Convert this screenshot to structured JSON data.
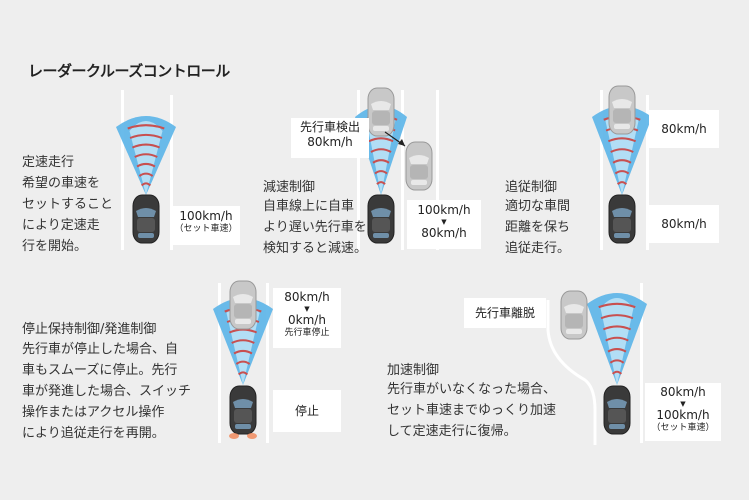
{
  "title": "レーダークルーズコントロール",
  "sections": {
    "constant": {
      "heading": "定速走行",
      "desc": "希望の車速を\nセットすること\nにより定速走\n行を開始。",
      "speed_value": "100km/h",
      "speed_note": "（セット車速）"
    },
    "decel": {
      "heading": "減速制御",
      "desc": "自車線上に自車\nより遅い先行車を\n検知すると減速。",
      "lead_label_1": "先行車検出",
      "lead_label_2": "80km/h",
      "speed_from": "100km/h",
      "speed_arrow": "▼",
      "speed_to": "80km/h"
    },
    "follow": {
      "heading": "追従制御",
      "desc": "適切な車間\n距離を保ち\n追従走行。",
      "lead_speed": "80km/h",
      "own_speed": "80km/h"
    },
    "stopgo": {
      "heading": "停止保持制御/発進制御",
      "desc": "先行車が停止した場合、自\n車もスムーズに停止。先行\n車が発進した場合、スイッチ\n操作またはアクセル操作\nにより追従走行を再開。",
      "speed_from": "80km/h",
      "speed_arrow": "▼",
      "speed_to": "0km/h",
      "lead_note": "先行車停止",
      "own_state": "停止"
    },
    "accel": {
      "heading": "加速制御",
      "desc": "先行車がいなくなった場合、\nセット車速までゆっくり加速\nして定速走行に復帰。",
      "lead_label": "先行車離脱",
      "speed_from": "80km/h",
      "speed_arrow": "▼",
      "speed_to": "100km/h",
      "speed_note": "（セット車速）"
    }
  },
  "colors": {
    "background": "#eeeeee",
    "lane": "#ffffff",
    "radar_blue": "#5ab4e8",
    "radar_red": "#c85050",
    "car_body": "#3a3a3a",
    "lead_car": "#c8c8c8",
    "brake_light": "#f08a5d"
  }
}
